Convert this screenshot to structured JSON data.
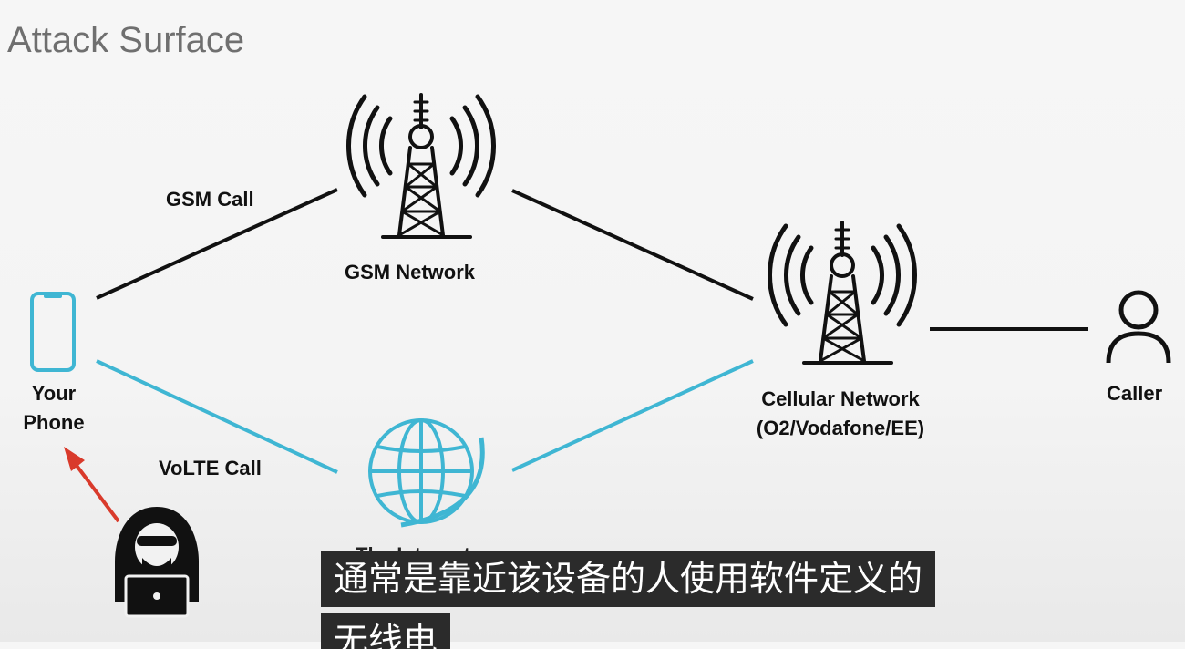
{
  "title": "Attack Surface",
  "labels": {
    "your_phone_line1": "Your",
    "your_phone_line2": "Phone",
    "gsm_call": "GSM Call",
    "gsm_network": "GSM Network",
    "volte_call": "VoLTE Call",
    "the_internet": "The Internet",
    "cellular_network_line1": "Cellular Network",
    "cellular_network_line2": "(O2/Vodafone/EE)",
    "caller": "Caller"
  },
  "subtitle": {
    "line1": "通常是靠近该设备的人使用软件定义的",
    "line2": "无线电"
  },
  "colors": {
    "gsm_link": "#111111",
    "volte_link": "#3fb6d3",
    "attack_arrow": "#d93a2b",
    "icon_cyan": "#3fb6d3",
    "icon_dark": "#111111"
  },
  "icons": [
    "phone-icon",
    "gsm-tower-icon",
    "cellular-tower-icon",
    "globe-icon",
    "caller-person-icon",
    "hacker-icon",
    "attack-arrow-icon"
  ]
}
